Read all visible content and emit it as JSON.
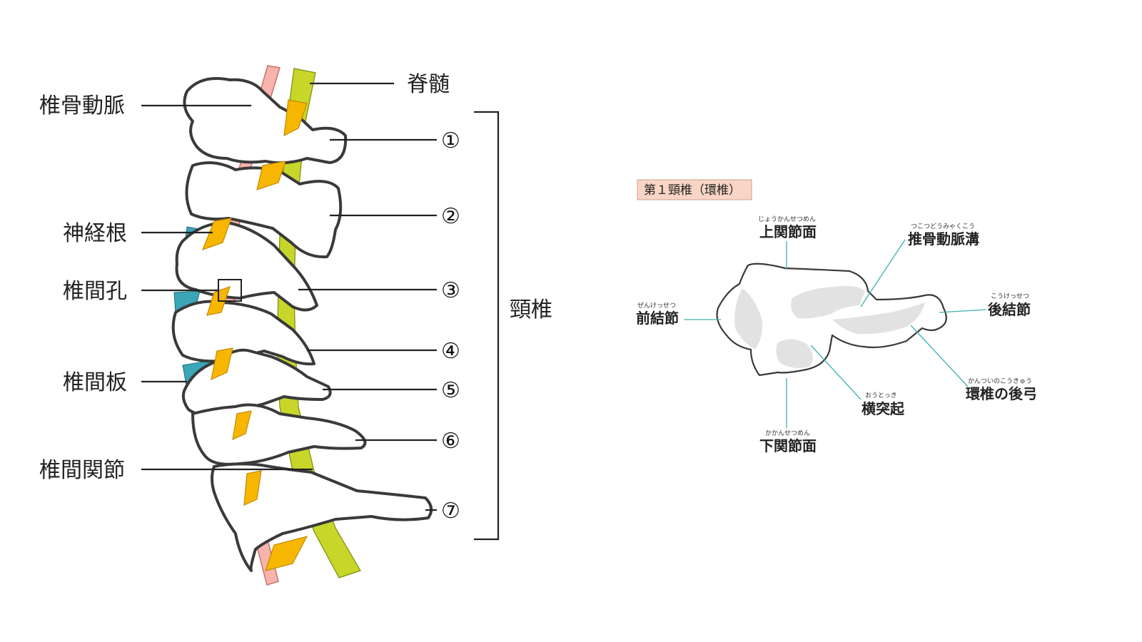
{
  "left_diagram": {
    "labels": {
      "spinal_cord": "脊髄",
      "vertebral_artery": "椎骨動脈",
      "nerve_root": "神経根",
      "intervertebral_foramen": "椎間孔",
      "intervertebral_disc": "椎間板",
      "facet_joint": "椎間関節",
      "cervical_spine": "頸椎"
    },
    "vertebra_numbers": [
      "①",
      "②",
      "③",
      "④",
      "⑤",
      "⑥",
      "⑦"
    ]
  },
  "right_diagram": {
    "title": "第１頸椎（環椎）",
    "title_bg_color": "#f9d5c5",
    "labels": [
      {
        "key": "superior_articular_surface",
        "ruby": "じょうかんせつめん",
        "text": "上関節面"
      },
      {
        "key": "vertebral_artery_groove",
        "ruby": "つこつどうみゃくこう",
        "text": "推骨動脈溝"
      },
      {
        "key": "anterior_tubercle",
        "ruby": "ぜんけっせつ",
        "text": "前結節"
      },
      {
        "key": "posterior_tubercle",
        "ruby": "こうけっせつ",
        "text": "後結節"
      },
      {
        "key": "posterior_arch",
        "ruby": "かんついのこうきゅう",
        "text": "環椎の後弓"
      },
      {
        "key": "transverse_process",
        "ruby": "おうとっき",
        "text": "横突起"
      },
      {
        "key": "inferior_articular_surface",
        "ruby": "かかんせつめん",
        "text": "下関節面"
      }
    ]
  },
  "colors": {
    "vertebral_artery": "#f6b4ac",
    "spinal_cord": "#c8d62a",
    "nerve_root": "#f7b600",
    "disc": "#3aa6b8",
    "teal_leader": "#3fb0b0"
  }
}
